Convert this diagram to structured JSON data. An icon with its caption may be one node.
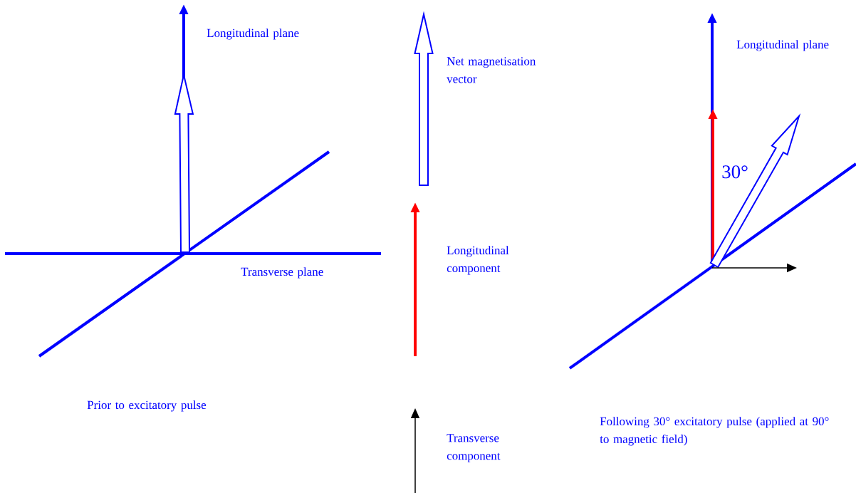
{
  "diagram": {
    "labels": [
      "Longitudinal plane",
      "Net magnetisation vector",
      "Longitudinal plane",
      "30°",
      "Transverse plane",
      "Longitudinal component",
      "Prior to excitatory pulse",
      "Following 30° excitatory pulse (applied at 90° to magnetic field)",
      "Transverse component"
    ]
  }
}
